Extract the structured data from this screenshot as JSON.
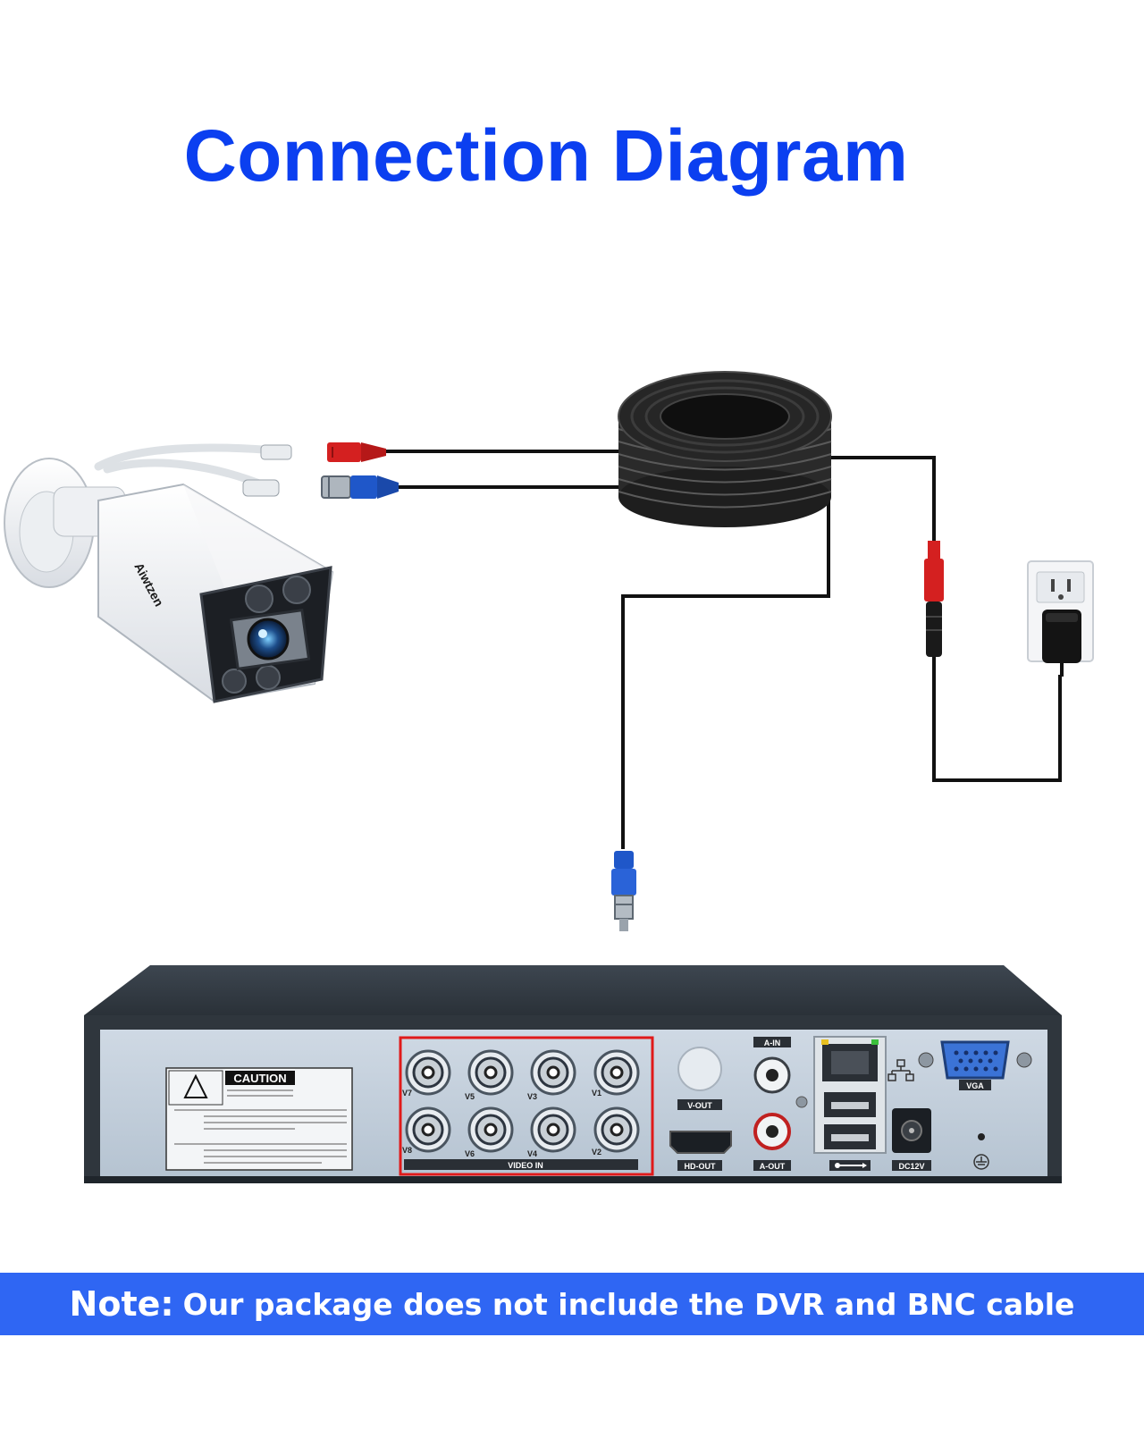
{
  "title": "Connection Diagram",
  "note": {
    "label": "Note:",
    "text": "Our package does not include the DVR and BNC cable"
  },
  "camera": {
    "brand": "Aiwtzen"
  },
  "dvr": {
    "caution_label": "CAUTION",
    "ports": {
      "v7": "V7",
      "v5": "V5",
      "v3": "V3",
      "v1": "V1",
      "v8": "V8",
      "v6": "V6",
      "v4": "V4",
      "v2": "V2",
      "video_in": "VIDEO IN",
      "a_in": "A-IN",
      "v_out": "V-OUT",
      "hd_out": "HD-OUT",
      "a_out": "A-OUT",
      "vga": "VGA",
      "dc12v": "DC12V"
    }
  },
  "colors": {
    "title": "#0b3ff0",
    "note_bar": "#2f66f3",
    "highlight_box": "#e01a1a",
    "power_connector": "#d42020",
    "video_connector": "#1f57c9",
    "cable": "#111111"
  },
  "icons": [
    "camera-icon",
    "cable-coil-icon",
    "wall-outlet-icon",
    "power-adapter-icon",
    "dvr-icon",
    "usb-icon",
    "network-icon",
    "ground-icon"
  ]
}
